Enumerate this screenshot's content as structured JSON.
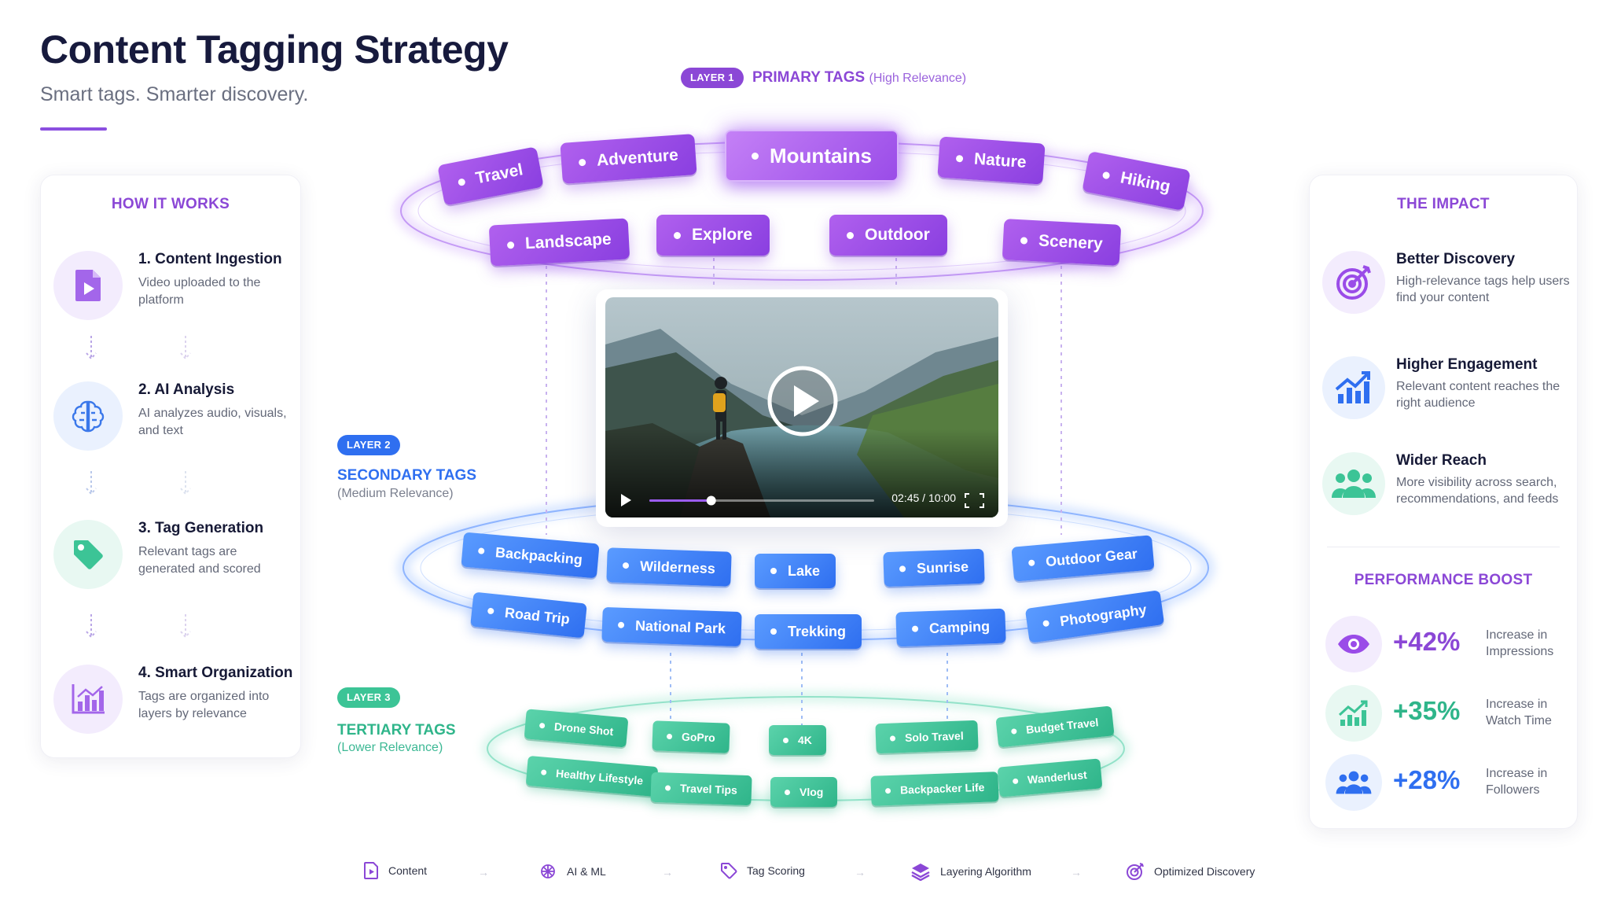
{
  "header": {
    "title": "Content Tagging Strategy",
    "subtitle": "Smart tags. Smarter discovery."
  },
  "how_it_works": {
    "heading": "HOW IT WORKS",
    "steps": [
      {
        "title": "1. Content Ingestion",
        "desc": "Video uploaded to the platform",
        "icon": "video-file-icon"
      },
      {
        "title": "2. AI Analysis",
        "desc": "AI analyzes audio, visuals, and text",
        "icon": "brain-icon"
      },
      {
        "title": "3. Tag Generation",
        "desc": "Relevant tags are generated and scored",
        "icon": "tag-icon"
      },
      {
        "title": "4. Smart Organization",
        "desc": "Tags are organized into layers by relevance",
        "icon": "bar-chart-icon"
      }
    ]
  },
  "layers": {
    "primary": {
      "badge": "LAYER 1",
      "title": "PRIMARY TAGS",
      "relevance": "(High Relevance)",
      "color": "#8b47d6",
      "tags": [
        "Travel",
        "Adventure",
        "Mountains",
        "Nature",
        "Hiking",
        "Landscape",
        "Explore",
        "Outdoor",
        "Scenery"
      ]
    },
    "secondary": {
      "badge": "LAYER 2",
      "title": "SECONDARY TAGS",
      "relevance": "(Medium Relevance)",
      "color": "#2f6ff0",
      "tags": [
        "Backpacking",
        "Wilderness",
        "Lake",
        "Sunrise",
        "Outdoor Gear",
        "Road Trip",
        "National Park",
        "Trekking",
        "Camping",
        "Photography"
      ]
    },
    "tertiary": {
      "badge": "LAYER 3",
      "title": "TERTIARY TAGS",
      "relevance": "(Lower Relevance)",
      "color": "#2fb58a",
      "tags": [
        "Drone Shot",
        "GoPro",
        "4K",
        "Solo Travel",
        "Budget Travel",
        "Healthy Lifestyle",
        "Travel Tips",
        "Vlog",
        "Backpacker Life",
        "Wanderlust"
      ]
    }
  },
  "video": {
    "time": "02:45 / 10:00",
    "progress": 0.275
  },
  "impact": {
    "heading": "THE IMPACT",
    "items": [
      {
        "title": "Better Discovery",
        "desc": "High-relevance tags help users find your content",
        "icon": "target-icon"
      },
      {
        "title": "Higher Engagement",
        "desc": "Relevant content reaches the right audience",
        "icon": "growth-chart-icon"
      },
      {
        "title": "Wider Reach",
        "desc": "More visibility across search, recommendations, and feeds",
        "icon": "users-icon"
      }
    ]
  },
  "performance": {
    "heading": "PERFORMANCE BOOST",
    "items": [
      {
        "value": "+42%",
        "label": "Increase in Impressions",
        "icon": "eye-icon",
        "color": "#8b47d6"
      },
      {
        "value": "+35%",
        "label": "Increase in Watch Time",
        "icon": "trend-up-icon",
        "color": "#2fb58a"
      },
      {
        "value": "+28%",
        "label": "Increase in Followers",
        "icon": "users-icon",
        "color": "#2f6ff0"
      }
    ]
  },
  "pipeline": [
    {
      "label": "Content",
      "icon": "document-icon"
    },
    {
      "label": "AI & ML",
      "icon": "chip-icon"
    },
    {
      "label": "Tag Scoring",
      "icon": "tag-icon"
    },
    {
      "label": "Layering Algorithm",
      "icon": "layers-icon"
    },
    {
      "label": "Optimized Discovery",
      "icon": "target-icon"
    }
  ],
  "colors": {
    "accent": "#8b47d6",
    "primary_tag": "#9a4ce8",
    "secondary_tag": "#2f6ff0",
    "tertiary_tag": "#2fb58a",
    "title": "#171a3d"
  }
}
